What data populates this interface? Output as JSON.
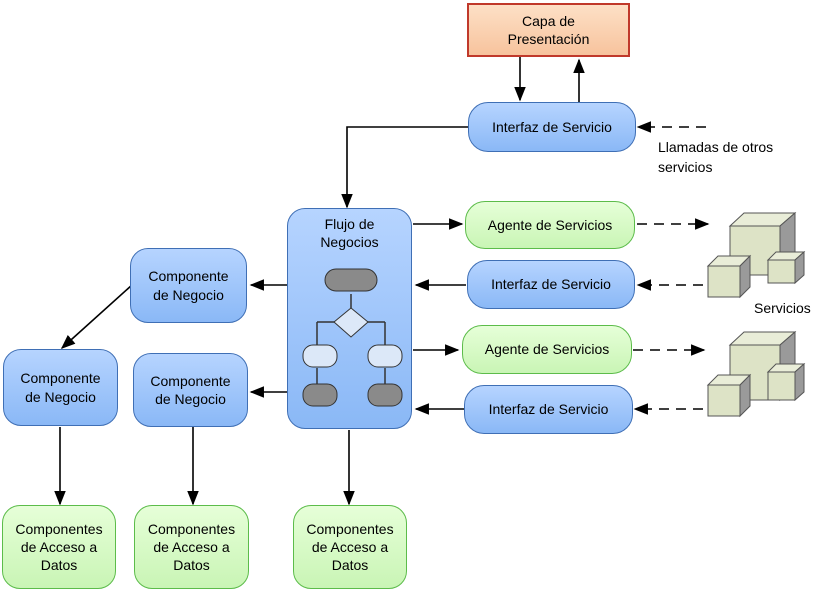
{
  "nodes": {
    "presentacion": "Capa de\nPresentación",
    "interfaz_top": "Interfaz de Servicio",
    "flujo": "Flujo de\nNegocios",
    "agente_1": "Agente de Servicios",
    "interfaz_2": "Interfaz de Servicio",
    "agente_2": "Agente de Servicios",
    "interfaz_3": "Interfaz de Servicio",
    "componente_1": "Componente\nde Negocio",
    "componente_2": "Componente\nde Negocio",
    "componente_3": "Componente\nde Negocio",
    "acceso_1": "Componentes\nde Acceso a\nDatos",
    "acceso_2": "Componentes\nde Acceso a\nDatos",
    "acceso_3": "Componentes\nde Acceso a\nDatos"
  },
  "labels": {
    "llamadas": "Llamadas de otros\nservicios",
    "servicios": "Servicios"
  },
  "colors": {
    "blue_fill": "#9cc4fa",
    "blue_border": "#3f6fb5",
    "green_fill": "#d6fbc4",
    "green_border": "#5cbc4a",
    "orange_fill": "#f9cfae",
    "orange_border": "#c0392b",
    "server_fill": "#dde3c6",
    "flow_dark": "#8a8a8a",
    "flow_light": "#dce8f8"
  }
}
